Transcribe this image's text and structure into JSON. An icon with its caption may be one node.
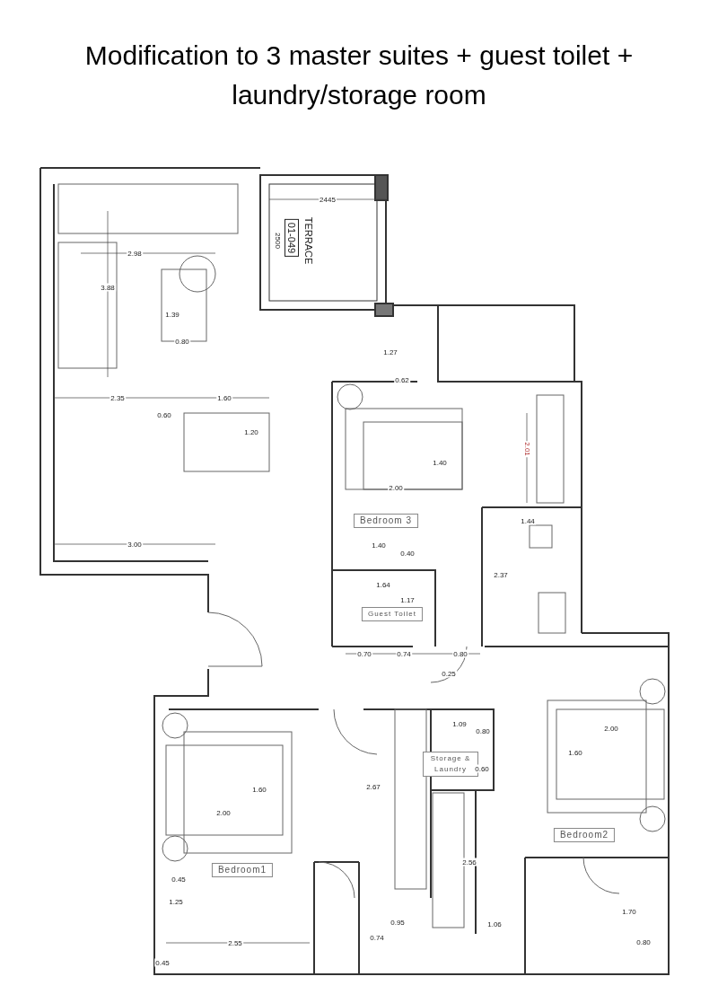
{
  "diagram": {
    "title": "Modification to 3 master suites + guest toilet + laundry/storage room",
    "labels": [
      "2445",
      "01-049",
      "TERRACE",
      "2500",
      "2.98",
      "3.88",
      "1.39",
      "0.80",
      "1.27",
      "0.62",
      "2.35",
      "0.60",
      "1.60",
      "1.20",
      "1.40",
      "2.00",
      "2.01",
      "Bedroom 3",
      "3.00",
      "1.44",
      "1.40",
      "0.40",
      "2.37",
      "1.64",
      "1.17",
      "Guest Toilet",
      "0.70",
      "0.74",
      "0.80",
      "0.25",
      "1.09",
      "0.80",
      "Storage & Laundry",
      "0.60",
      "2.00",
      "1.60",
      "2.67",
      "1.60",
      "2.00",
      "Bedroom2",
      "2.56",
      "0.45",
      "Bedroom1",
      "1.25",
      "0.95",
      "0.74",
      "1.06",
      "1.70",
      "2.55",
      "0.80",
      "0.45"
    ]
  }
}
